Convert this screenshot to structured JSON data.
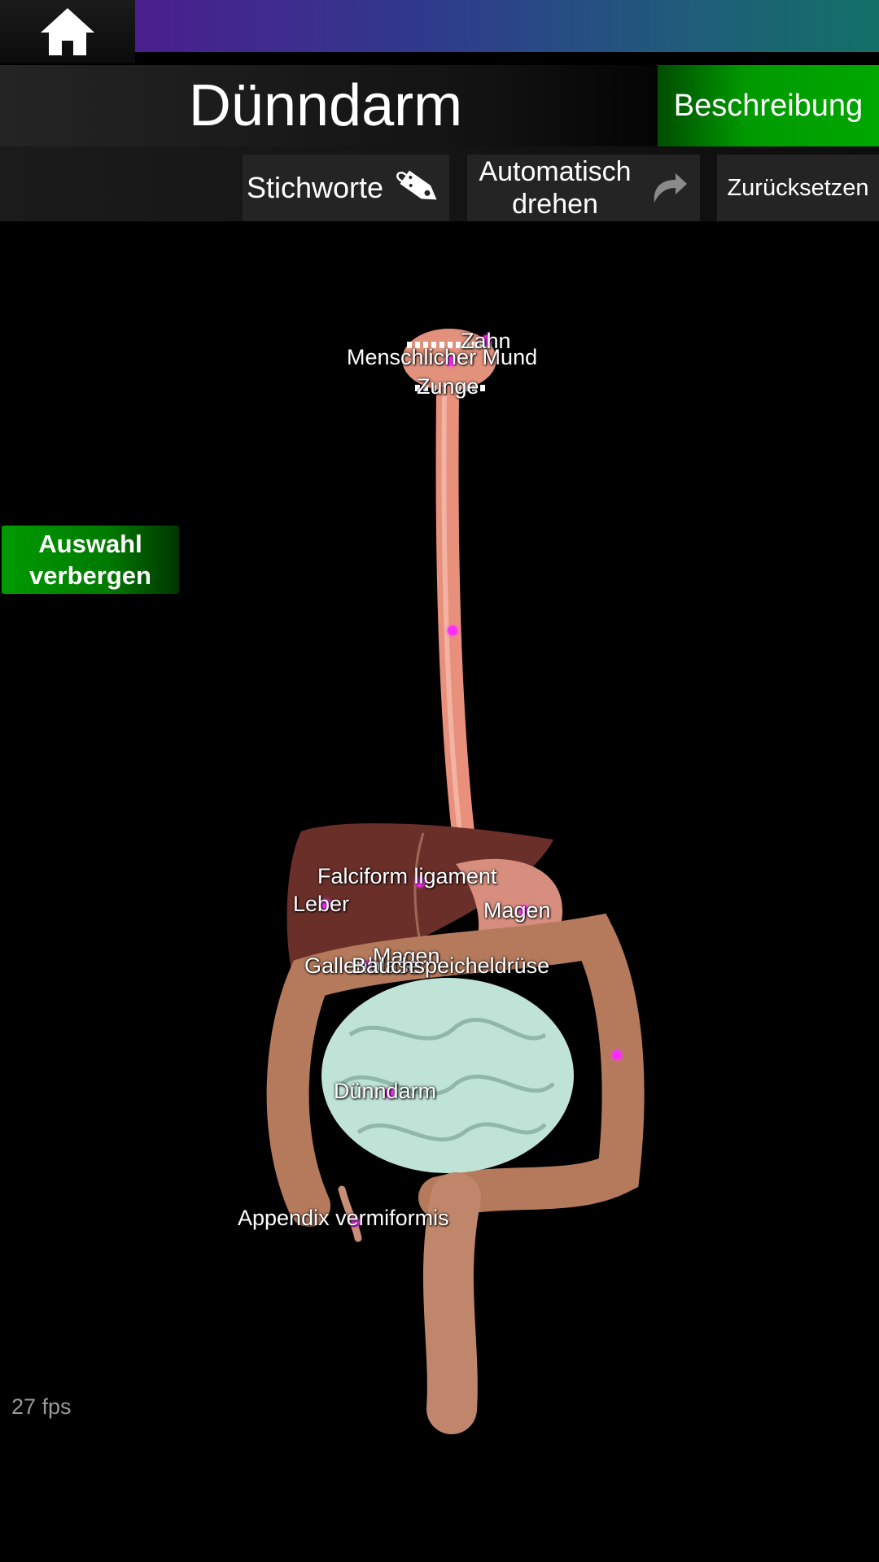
{
  "header": {
    "home_icon": "home-icon",
    "title": "Dünndarm",
    "description_label": "Beschreibung"
  },
  "toolbar": {
    "keywords_label": "Stichworte",
    "keywords_icon": "tag-icon",
    "autorotate_line1": "Automatisch",
    "autorotate_line2": "drehen",
    "autorotate_icon": "rotate-arrow-icon",
    "reset_label": "Zurücksetzen"
  },
  "side": {
    "hide_selection_line1": "Auswahl",
    "hide_selection_line2": "verbergen"
  },
  "status": {
    "fps": "27 fps"
  },
  "labels": {
    "tooth": "Zahn",
    "mouth": "Menschlicher Mund",
    "tongue": "Zunge",
    "falciform": "Falciform ligament",
    "liver": "Leber",
    "stomach_right": "Magen",
    "stomach_center": "Magen",
    "gallbladder": "Gallenblase",
    "pancreas": "Bauchspeicheldrüse",
    "small_intestine": "Dünndarm",
    "appendix": "Appendix vermiformis"
  },
  "colors": {
    "accent_green": "#00a800",
    "pin_magenta": "#ff2cff",
    "esophagus": "#e8907c",
    "liver": "#6b2f2a",
    "colon": "#b57a5c",
    "small_intestine": "#bfe3d6"
  }
}
